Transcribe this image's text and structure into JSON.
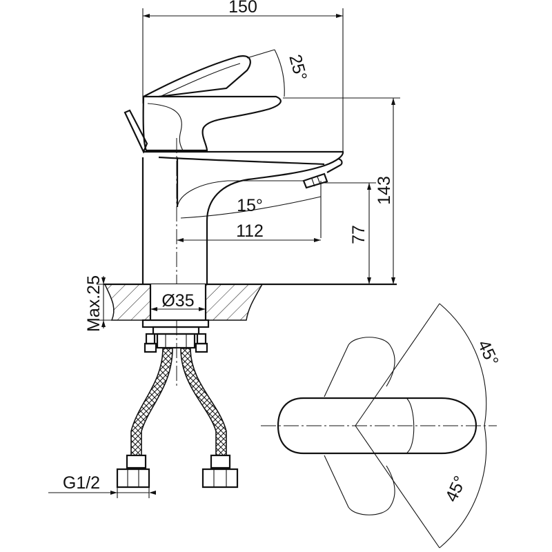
{
  "dimensions": {
    "width_150": "150",
    "angle_25": "25°",
    "height_143": "143",
    "angle_15": "15°",
    "length_112": "112",
    "height_77": "77",
    "max_25": "Max.25",
    "diameter_35": "Ø35",
    "thread_g12": "G1/2",
    "angle_45_top": "45°",
    "angle_45_bottom": "45°"
  }
}
